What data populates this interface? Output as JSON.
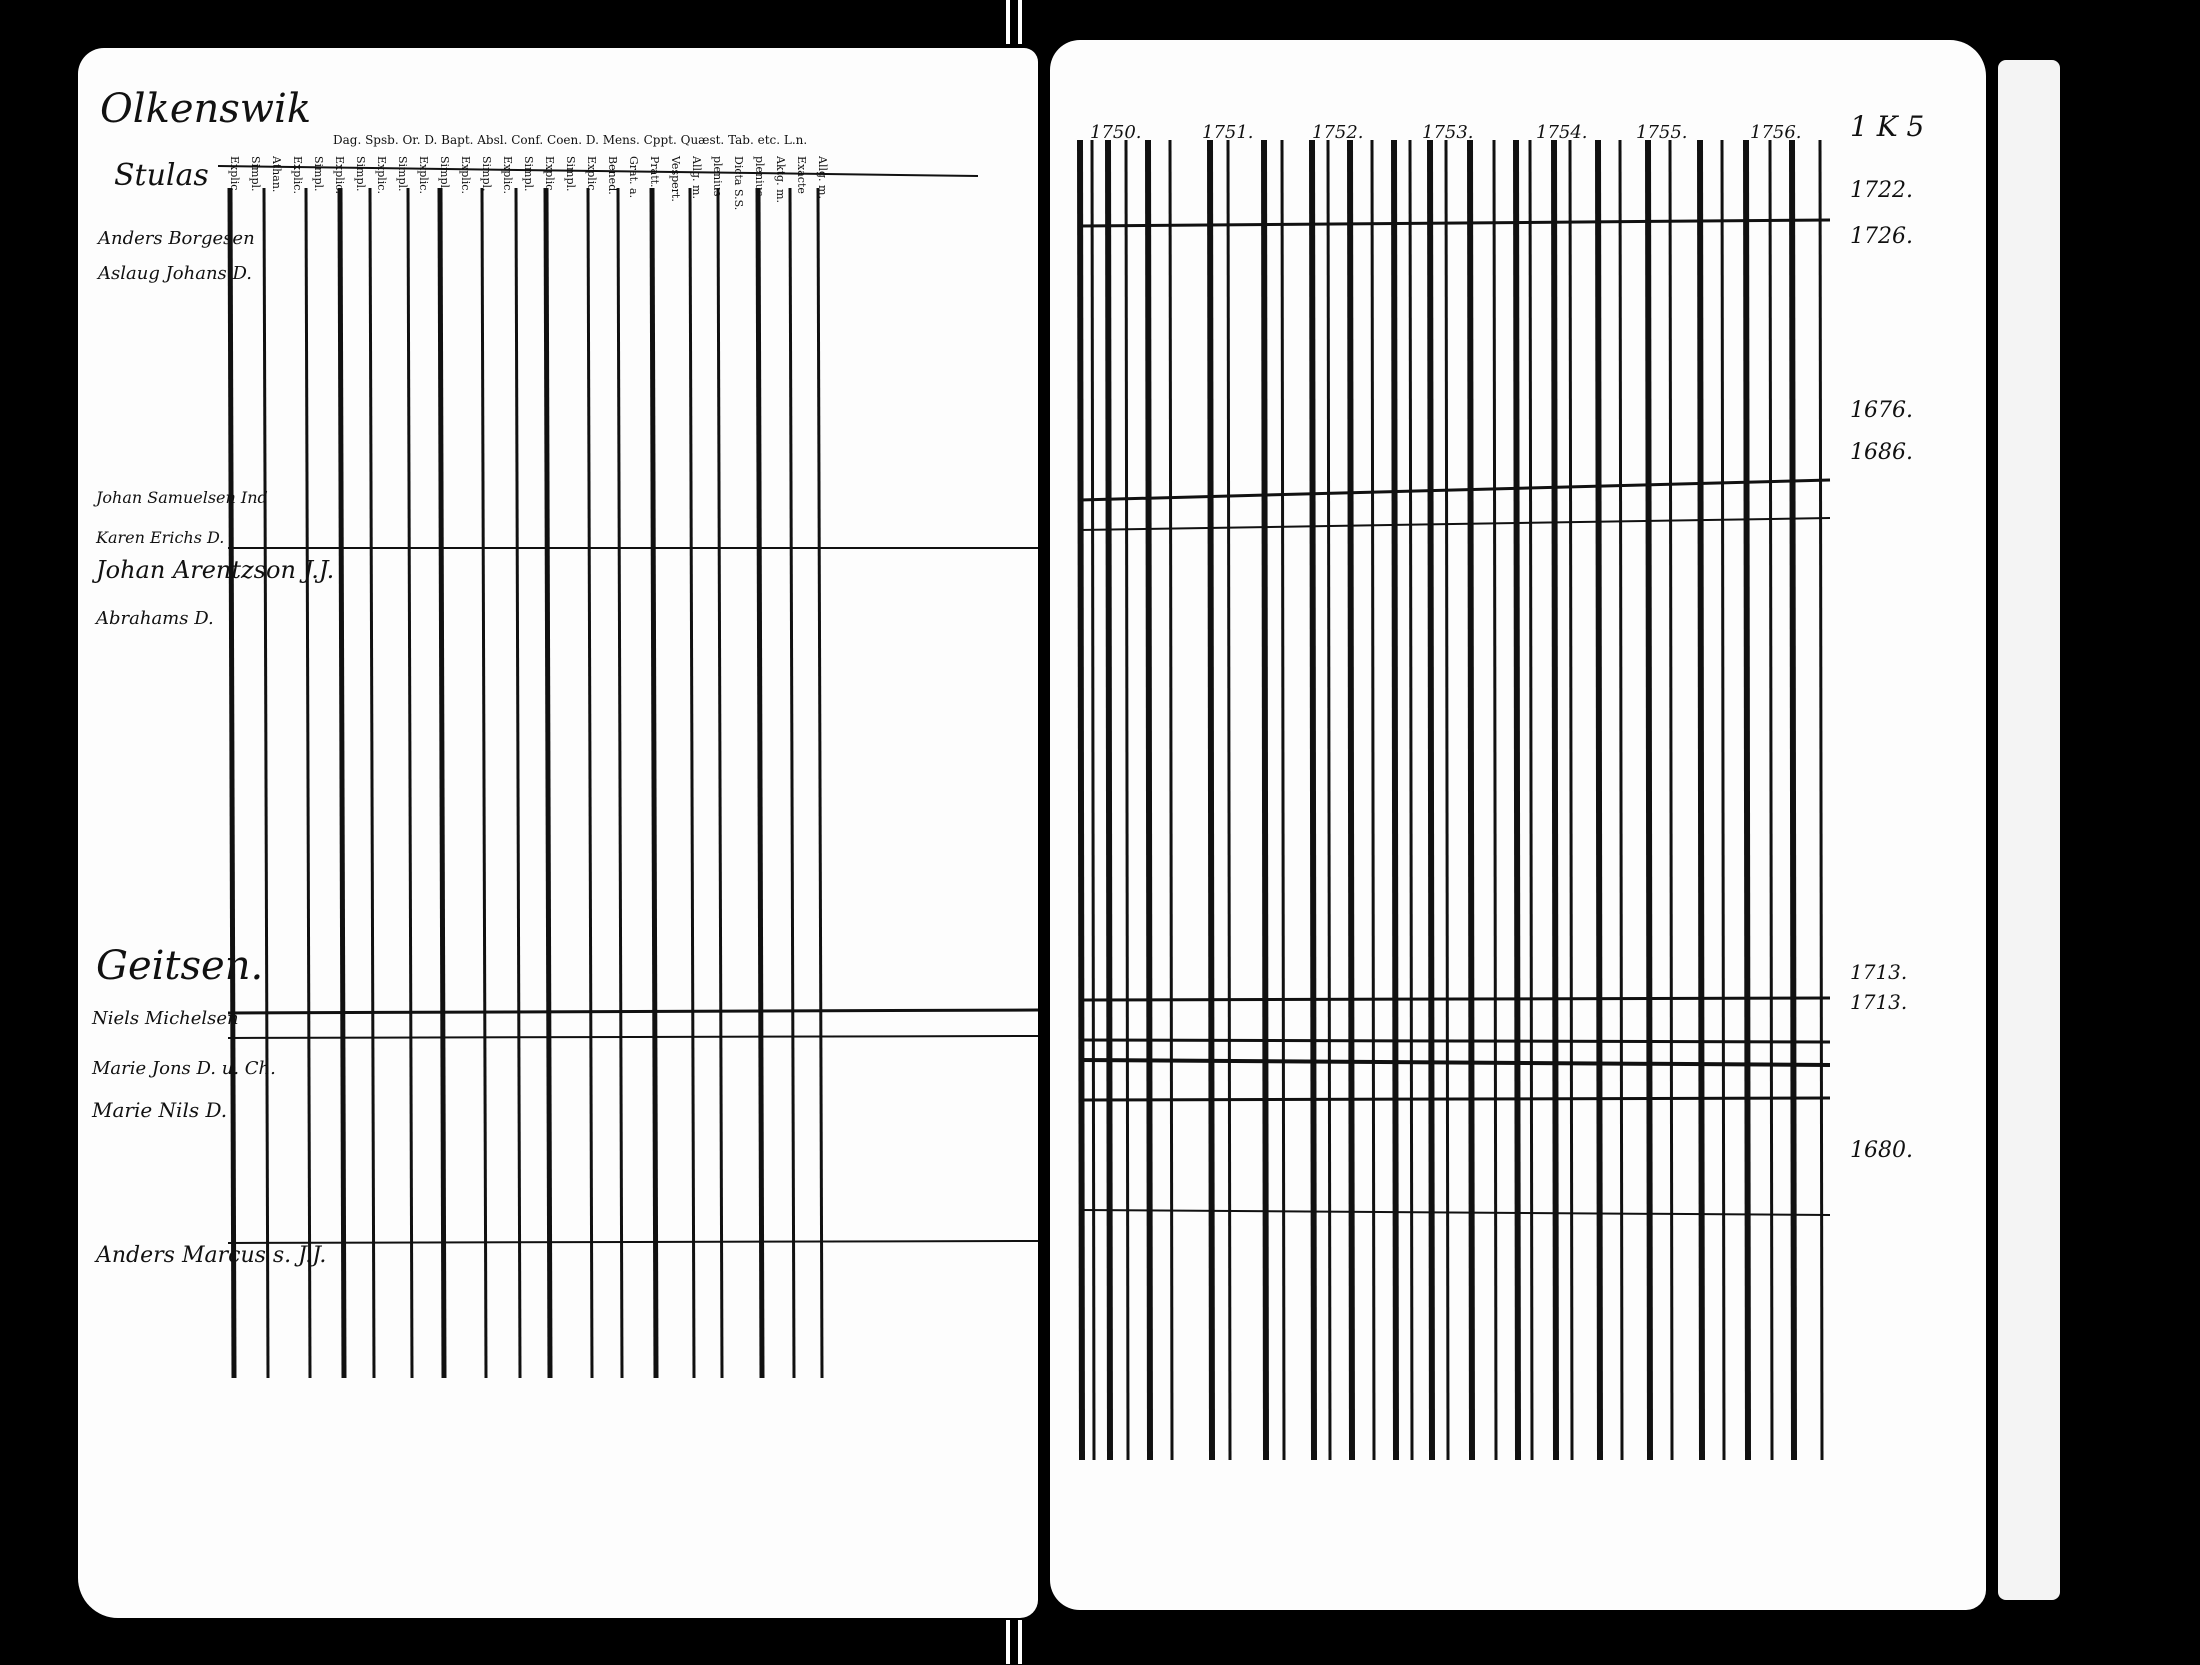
{
  "left_page": {
    "section_1": {
      "title": "Olkenswik",
      "subtitle": "Stulas",
      "names": [
        "Anders Borgesen",
        "Aslaug Johans D."
      ]
    },
    "section_2": {
      "names": [
        "Johan Samuelsen Ind",
        "Karen Erichs D.",
        "Johan Arentzson J.J.",
        "Abrahams D."
      ]
    },
    "section_3": {
      "title": "Geitsen.",
      "names": [
        "Niels Michelsen",
        "Marie Jons D. u. Ch.",
        "Marie Nils D."
      ]
    },
    "section_4": {
      "names": [
        "Anders Marcus s. J.J."
      ]
    },
    "column_header": "Dag. Spsb. Or. D. Bapt. Absl. Conf. Coen. D. Mens. Cppt. Quæst. Tab. etc. L.n.",
    "column_labels": [
      "Explic.",
      "Simpl.",
      "Athan.",
      "Explic.",
      "Simpl.",
      "Explic.",
      "Simpl.",
      "Explic.",
      "Simpl.",
      "Explic.",
      "Simpl.",
      "Explic.",
      "Simpl.",
      "Explic.",
      "Simpl.",
      "Explic.",
      "Simpl.",
      "Explic.",
      "Bened.",
      "Grat. a.",
      "Pratt.",
      "Vespert.",
      "Allg. m.",
      "plenius",
      "Dicta S.S.",
      "plenius",
      "Aktg. m.",
      "Exacte",
      "Allg. m."
    ]
  },
  "right_page": {
    "years": [
      "1750.",
      "1751.",
      "1752.",
      "1753.",
      "1754.",
      "1755.",
      "1756."
    ],
    "margin_years": [
      "1722.",
      "1726.",
      "1676.",
      "1686.",
      "1713.",
      "1713.",
      "1680."
    ],
    "corner_mark": "1 K 5"
  }
}
